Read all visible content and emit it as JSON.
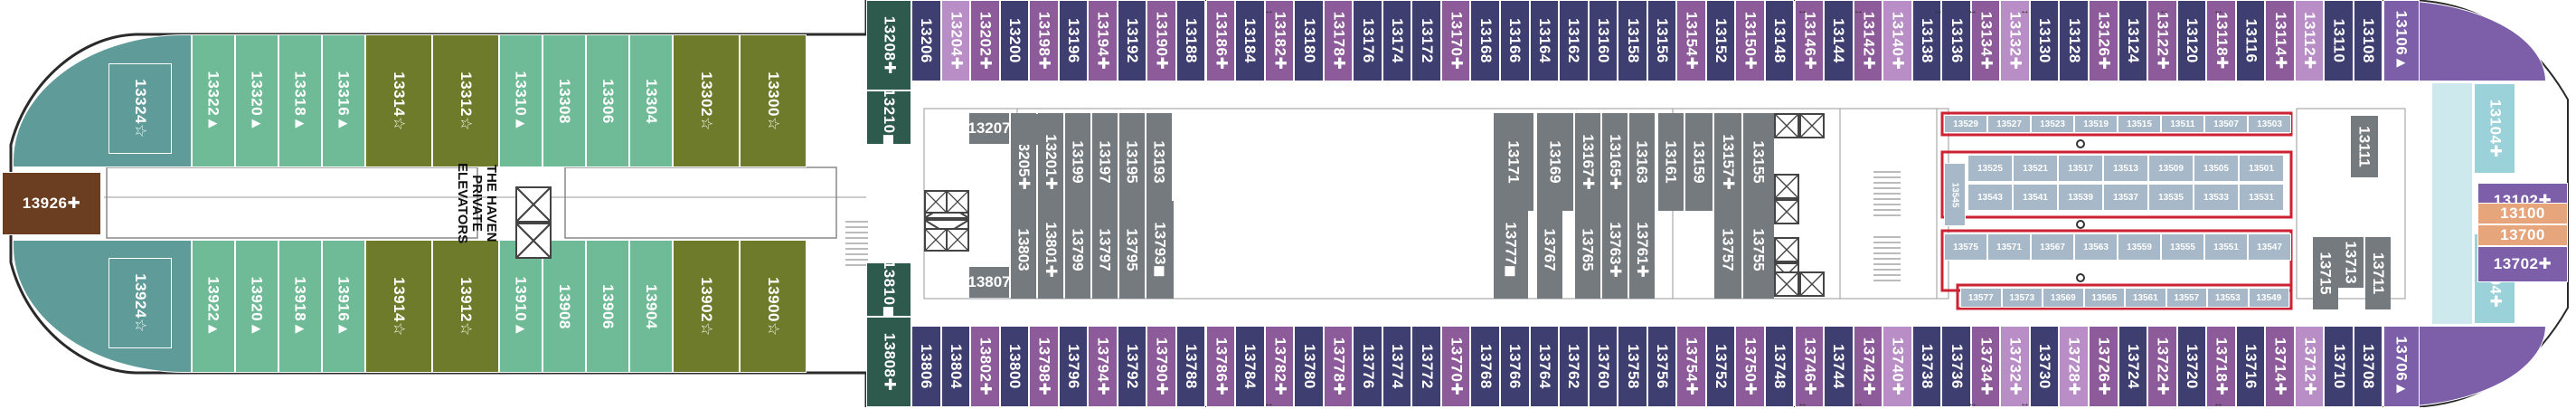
{
  "colors": {
    "haven_teal": "#5f9c99",
    "haven_green": "#6fbb97",
    "olive": "#6e7b2a",
    "forest_dark": "#2d5a4c",
    "navy": "#3e3e70",
    "purple": "#8e5b9a",
    "lavender": "#b98dc5",
    "violet": "#7c5fa8",
    "brown": "#6b3e22",
    "orange": "#e6a57a",
    "pale_blue": "#9bd1d8",
    "gray_tag": "#747a7d",
    "inside_blue": "#a7b9c8",
    "red_outline": "#cc2233"
  },
  "haven_label": [
    "THE HAVEN",
    "PRIVATE",
    "ELEVATORS"
  ],
  "bow": {
    "upper": "13324☆",
    "lower": "13924☆",
    "center": "13926✚"
  },
  "haven_top": [
    "13322▲",
    "13320▲",
    "13318▲",
    "13316▲",
    "13314☆",
    "13312☆",
    "13310▲",
    "13308",
    "13306",
    "13304",
    "13302☆",
    "13300☆"
  ],
  "haven_bottom": [
    "13922▲",
    "13920▲",
    "13918▲",
    "13916▲",
    "13914☆",
    "13912☆",
    "13910▲",
    "13908",
    "13906",
    "13904",
    "13902☆",
    "13900☆"
  ],
  "forward_end": {
    "top_corner": "13208✚",
    "bottom_corner": "13808✚",
    "top_small": "13210◼",
    "bottom_small": "13810◼"
  },
  "top_row": [
    "13206",
    "13204✚",
    "13202✚",
    "13200",
    "13198✚",
    "13196",
    "13194✚",
    "13192",
    "13190✚",
    "13188",
    "13186✚",
    "13184",
    "13182✚",
    "13180",
    "13178✚",
    "13176",
    "13174",
    "13172",
    "13170✚",
    "13168",
    "13166",
    "13164",
    "13162",
    "13160",
    "13158",
    "13156",
    "13154✚",
    "13152",
    "13150✚",
    "13148",
    "13146✚",
    "13144",
    "13142✚",
    "13140✚",
    "13138",
    "13136",
    "13134✚",
    "13132✚",
    "13130",
    "13128",
    "13126✚",
    "13124",
    "13122✚",
    "13120",
    "13118✚",
    "13116",
    "13114✚",
    "13112✚",
    "13110",
    "13108"
  ],
  "bottom_row": [
    "13806",
    "13804",
    "13802✚",
    "13800",
    "13798✚",
    "13796",
    "13794✚",
    "13792",
    "13790✚",
    "13788",
    "13786✚",
    "13784",
    "13782✚",
    "13780",
    "13778✚",
    "13776",
    "13774",
    "13772",
    "13770✚",
    "13768",
    "13766",
    "13764",
    "13762",
    "13760",
    "13758",
    "13756",
    "13754✚",
    "13752",
    "13750✚",
    "13748",
    "13746✚",
    "13744",
    "13742✚",
    "13740✚",
    "13738",
    "13736",
    "13734✚",
    "13732✚",
    "13730",
    "13728✚",
    "13726✚",
    "13724",
    "13722✚",
    "13720",
    "13718✚",
    "13716",
    "13714✚",
    "13712✚",
    "13710",
    "13708"
  ],
  "aft": {
    "top_corner": "13106▲",
    "bottom_corner": "13706▲",
    "top_side": "13104✚",
    "bottom_side": "13704✚",
    "stack": [
      "13102✚",
      "13100",
      "13700",
      "13702✚"
    ]
  },
  "interior_tags_top": [
    "13207",
    "13205✚",
    "13201✚",
    "13199",
    "13197",
    "13195",
    "13193",
    "13171",
    "13169",
    "13167✚",
    "13165✚",
    "13163",
    "13161",
    "13159",
    "13157✚",
    "13155"
  ],
  "interior_tags_bottom": [
    "13807",
    "13803",
    "13801✚",
    "13799",
    "13797",
    "13795",
    "13793◼",
    "13777◼",
    "13767",
    "13765",
    "13763✚",
    "13761✚",
    "13757",
    "13755"
  ],
  "inside_top_row": [
    "13529",
    "13527",
    "13523",
    "13519",
    "13515",
    "13511",
    "13507",
    "13503"
  ],
  "inside_row2": [
    "13525",
    "13521",
    "13517",
    "13513",
    "13509",
    "13505",
    "13501"
  ],
  "inside_row3": [
    "13543",
    "13541",
    "13539",
    "13537",
    "13535",
    "13533",
    "13531"
  ],
  "inside_row4": [
    "13575",
    "13571",
    "13567",
    "13563",
    "13559",
    "13555",
    "13551",
    "13547"
  ],
  "inside_row5": [
    "13577",
    "13573",
    "13569",
    "13565",
    "13561",
    "13557",
    "13553",
    "13549"
  ],
  "inside_side": "13545",
  "aft_tags": [
    "13111",
    "13715",
    "13713",
    "13711"
  ]
}
